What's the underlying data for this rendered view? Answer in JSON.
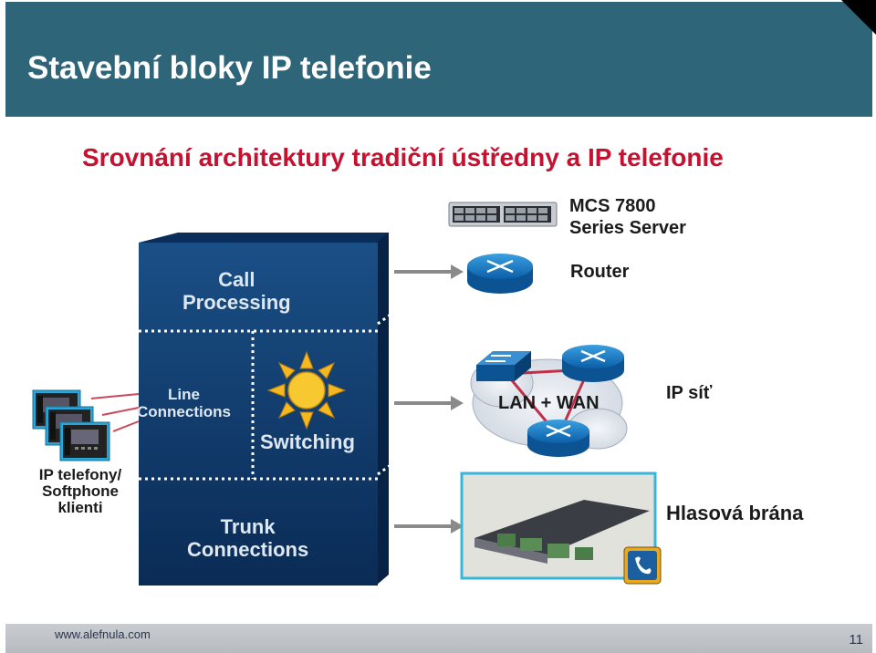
{
  "slide": {
    "title": "Stavební bloky IP telefonie",
    "subtitle": "Srovnání architektury tradiční ústředny a IP telefonie"
  },
  "pbx_block": {
    "call_processing": "Call\nProcessing",
    "line_connections": "Line\nConnections",
    "switching": "Switching",
    "trunk_connections": "Trunk\nConnections"
  },
  "ip_side": {
    "server_label": "MCS 7800\nSeries Server",
    "router_label": "Router",
    "network_label": "LAN + WAN",
    "ip_network_label": "IP síť",
    "gateway_label": "Hlasová brána"
  },
  "phones_label": "IP telefony/\nSoftphone\nklienti",
  "footer": {
    "url": "www.alefnula.com",
    "page": "11"
  },
  "colors": {
    "header_bg": "#2f6578",
    "subtitle": "#c41230",
    "pbx_front": "#0f3a6e",
    "arrow": "#8a8a8a"
  }
}
